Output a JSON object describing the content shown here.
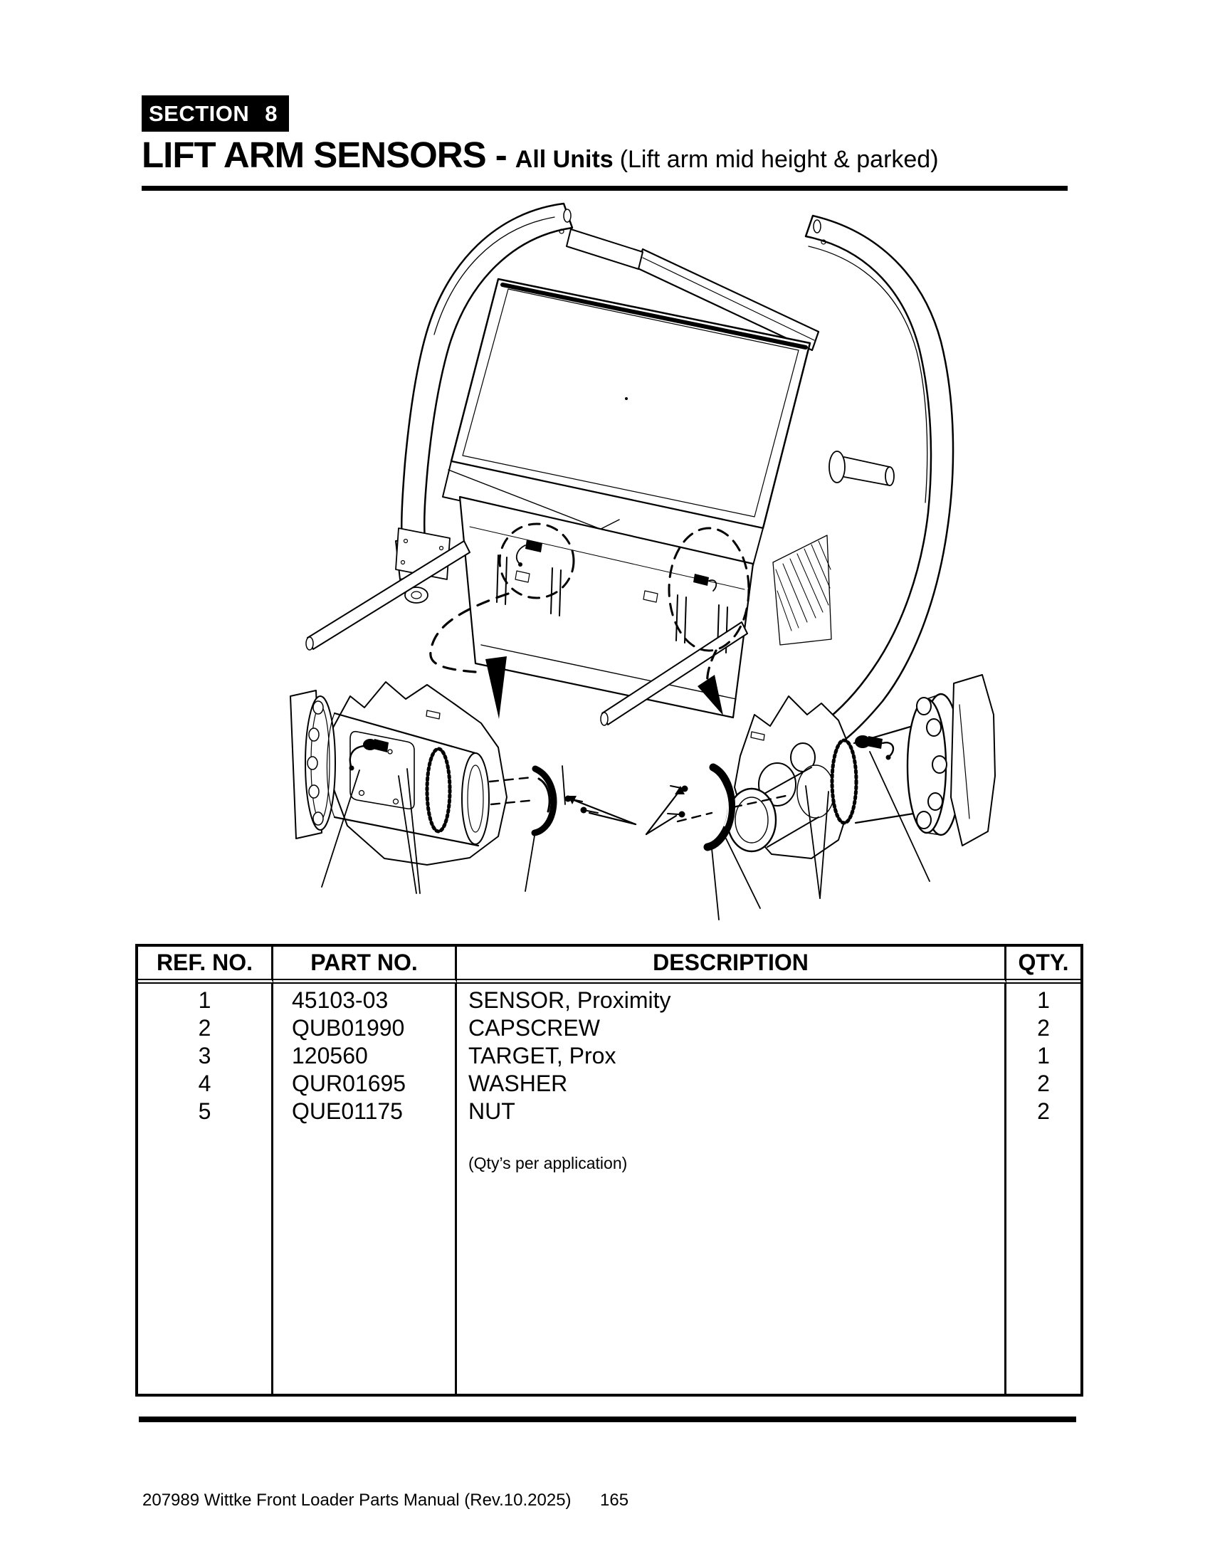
{
  "header": {
    "section_label": "SECTION",
    "section_number": "8",
    "title": "LIFT ARM SENSORS -",
    "subtitle": "All Units",
    "subtitle_note": "(Lift arm mid height & parked)"
  },
  "parts_table": {
    "headers": [
      "REF. NO.",
      "PART NO.",
      "DESCRIPTION",
      "QTY."
    ],
    "rows": [
      {
        "ref_no": "1",
        "part_no": "45103-03",
        "description": "SENSOR, Proximity",
        "qty": "1"
      },
      {
        "ref_no": "2",
        "part_no": "QUB01990",
        "description": "CAPSCREW",
        "qty": "2"
      },
      {
        "ref_no": "3",
        "part_no": "120560",
        "description": "TARGET, Prox",
        "qty": "1"
      },
      {
        "ref_no": "4",
        "part_no": "QUR01695",
        "description": "WASHER",
        "qty": "2"
      },
      {
        "ref_no": "5",
        "part_no": "QUE01175",
        "description": "NUT",
        "qty": "2"
      }
    ],
    "note": "(Qty’s per application)"
  },
  "footer": {
    "manual_title": "207989 Wittke Front Loader Parts Manual (Rev.10.2025)",
    "page_number": "165"
  },
  "colors": {
    "ink": "#000000",
    "paper": "#ffffff"
  }
}
